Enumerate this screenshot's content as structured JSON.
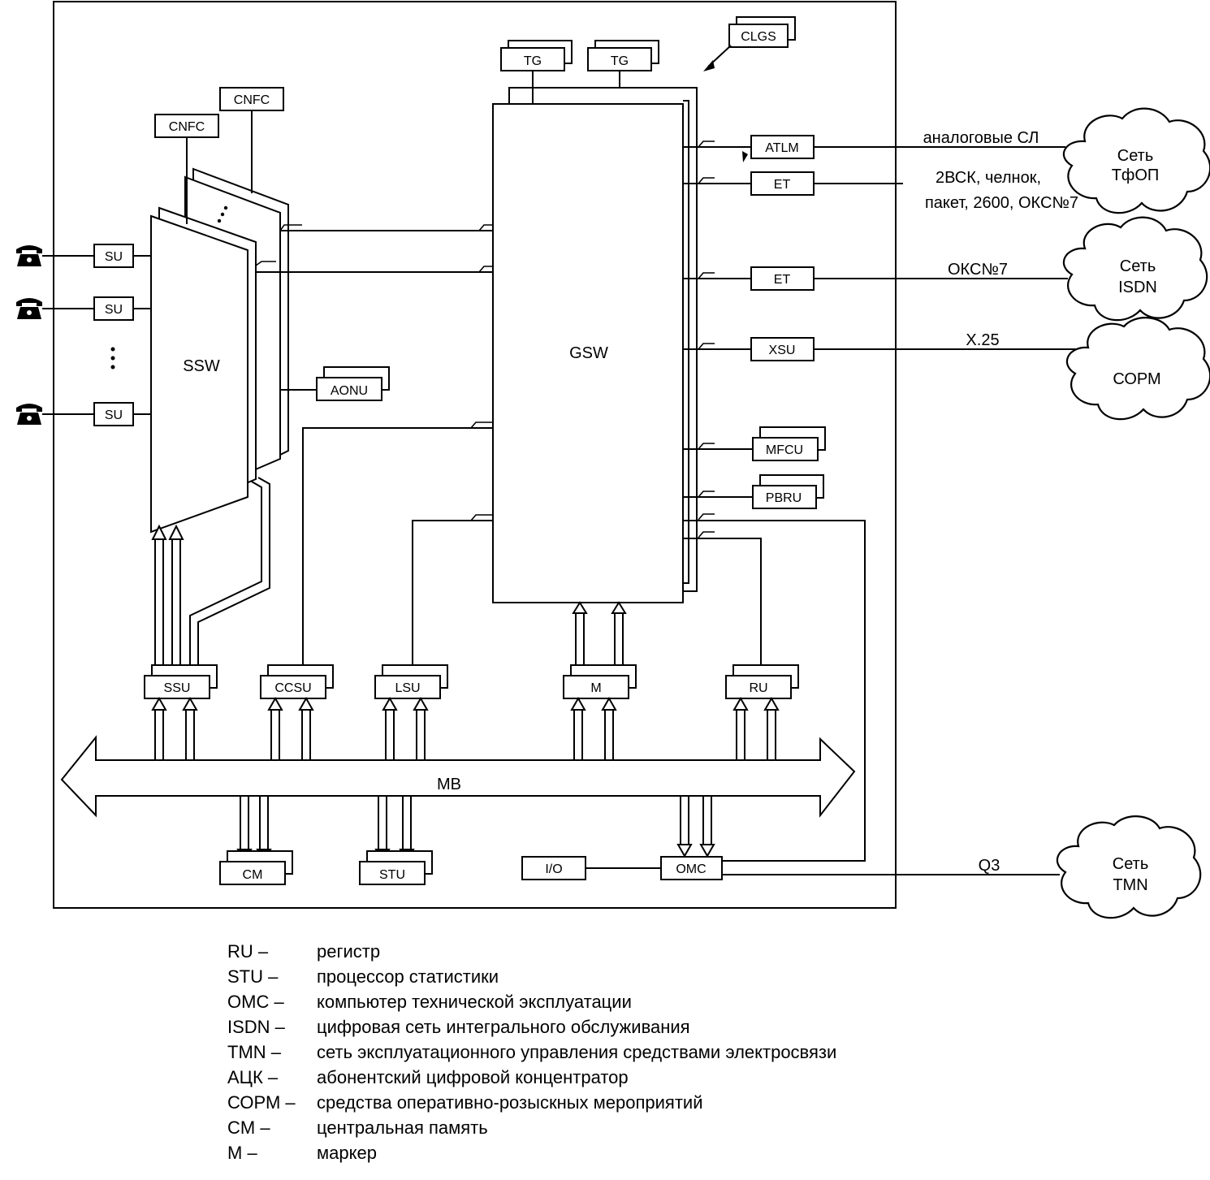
{
  "blocks": {
    "ssw": "SSW",
    "gsw": "GSW",
    "su": [
      "SU",
      "SU",
      "SU"
    ],
    "cnfc": [
      "CNFC",
      "CNFC"
    ],
    "aonu": "AONU",
    "tg": [
      "TG",
      "TG"
    ],
    "clgs": "CLGS",
    "atlm": "ATLM",
    "et": [
      "ET",
      "ET"
    ],
    "xsu": "XSU",
    "mfcu": "MFCU",
    "pbru": "PBRU",
    "ssu": "SSU",
    "ccsu": "CCSU",
    "lsu": "LSU",
    "m": "M",
    "ru": "RU",
    "mb": "MB",
    "cm": "CM",
    "stu": "STU",
    "io": "I/O",
    "omc": "OMC"
  },
  "networks": {
    "pstn": [
      "Сеть",
      "ТфОП"
    ],
    "isdn": [
      "Сеть",
      "ISDN"
    ],
    "sorm": [
      "СОРМ"
    ],
    "tmn": [
      "Сеть",
      "TMN"
    ]
  },
  "links": {
    "analog": "аналоговые СЛ",
    "pstn_signaling": [
      "2ВСК, челнок,",
      "пакет, 2600, ОКС№7"
    ],
    "isdn_signaling": "ОКС№7",
    "sorm_protocol": "X.25",
    "tmn_protocol": "Q3"
  },
  "legend": [
    {
      "abbr": "RU –",
      "desc": "регистр"
    },
    {
      "abbr": "STU –",
      "desc": "процессор статистики"
    },
    {
      "abbr": "OMC –",
      "desc": "компьютер технической эксплуатации"
    },
    {
      "abbr": "ISDN –",
      "desc": "цифровая сеть интегрального обслуживания"
    },
    {
      "abbr": "TMN –",
      "desc": "сеть эксплуатационного управления средствами электросвязи"
    },
    {
      "abbr": "АЦК –",
      "desc": "абонентский цифровой концентратор"
    },
    {
      "abbr": "СОРМ –",
      "desc": "средства оперативно-розыскных мероприятий"
    },
    {
      "abbr": "CM –",
      "desc": "центральная память"
    },
    {
      "abbr": "M –",
      "desc": "маркер"
    }
  ]
}
